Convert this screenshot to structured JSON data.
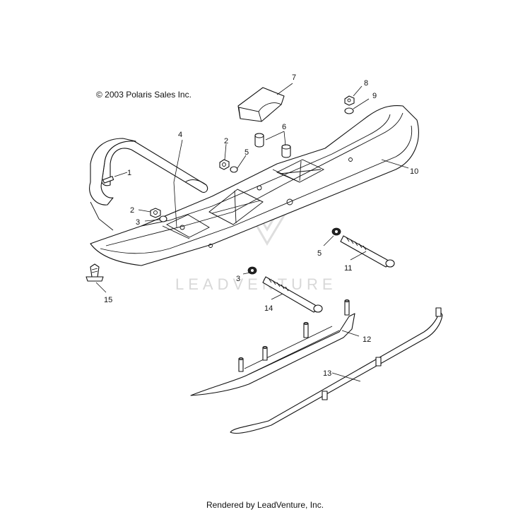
{
  "header": {
    "copyright": "© 2003 Polaris Sales Inc."
  },
  "watermark": {
    "text": "LEADVENTURE"
  },
  "footer": {
    "text": "Rendered by LeadVenture, Inc."
  },
  "callouts": {
    "c1": "1",
    "c2a": "2",
    "c2b": "2",
    "c3a": "3",
    "c3b": "3",
    "c4": "4",
    "c5a": "5",
    "c5b": "5",
    "c6": "6",
    "c7": "7",
    "c8": "8",
    "c9": "9",
    "c10": "10",
    "c11": "11",
    "c12": "12",
    "c13": "13",
    "c14": "14",
    "c15": "15"
  }
}
